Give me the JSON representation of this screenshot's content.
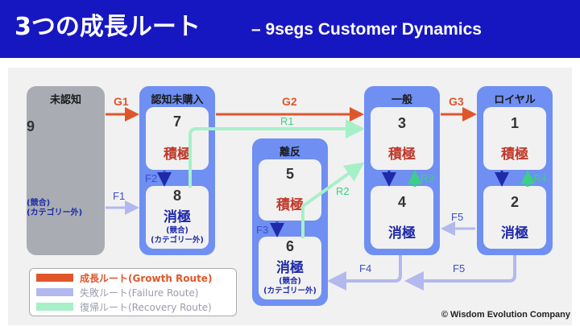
{
  "header": {
    "title": "3つの成長ルート",
    "subtitle": "– 9segs Customer Dynamics"
  },
  "columns": {
    "competitor": {
      "label": "未認知",
      "num": "9",
      "note": "(競合)\n(カテゴリー外)"
    },
    "aware": {
      "label": "認知未購入",
      "num_active": "7",
      "active": "積極",
      "num_passive": "8",
      "passive": "消極",
      "passive_note": "(競合)\n(カテゴリー外)"
    },
    "lapsed": {
      "label": "離反",
      "num_active": "5",
      "active": "積極",
      "num_passive": "6",
      "passive": "消極",
      "passive_note": "(競合)\n(カテゴリー外)"
    },
    "general": {
      "label": "一般",
      "num_active": "3",
      "active": "積極",
      "num_passive": "4",
      "passive": "消極"
    },
    "loyal": {
      "label": "ロイヤル",
      "num_active": "1",
      "active": "積極",
      "num_passive": "2",
      "passive": "消極"
    }
  },
  "routes": {
    "g1": "G1",
    "g2": "G2",
    "g3": "G3",
    "r1": "R1",
    "r2": "R2",
    "r3": "R3",
    "r4": "R4",
    "f1": "F1",
    "f2": "F2",
    "f3": "F3",
    "f4": "F4",
    "f5a": "F5",
    "f5b": "F5"
  },
  "legend": {
    "growth": "成長ルート(Growth Route)",
    "failure": "失敗ルート(Failure Route)",
    "recovery": "復帰ルート(Recovery Route)"
  },
  "colors": {
    "header": "#1717c2",
    "growth": "#e0562b",
    "failure": "#b3b8ee",
    "recovery": "#a6f0c8",
    "column_blue": "#6f8ff2",
    "column_gray": "#a9adb3"
  },
  "copyright": "© Wisdom Evolution Company"
}
